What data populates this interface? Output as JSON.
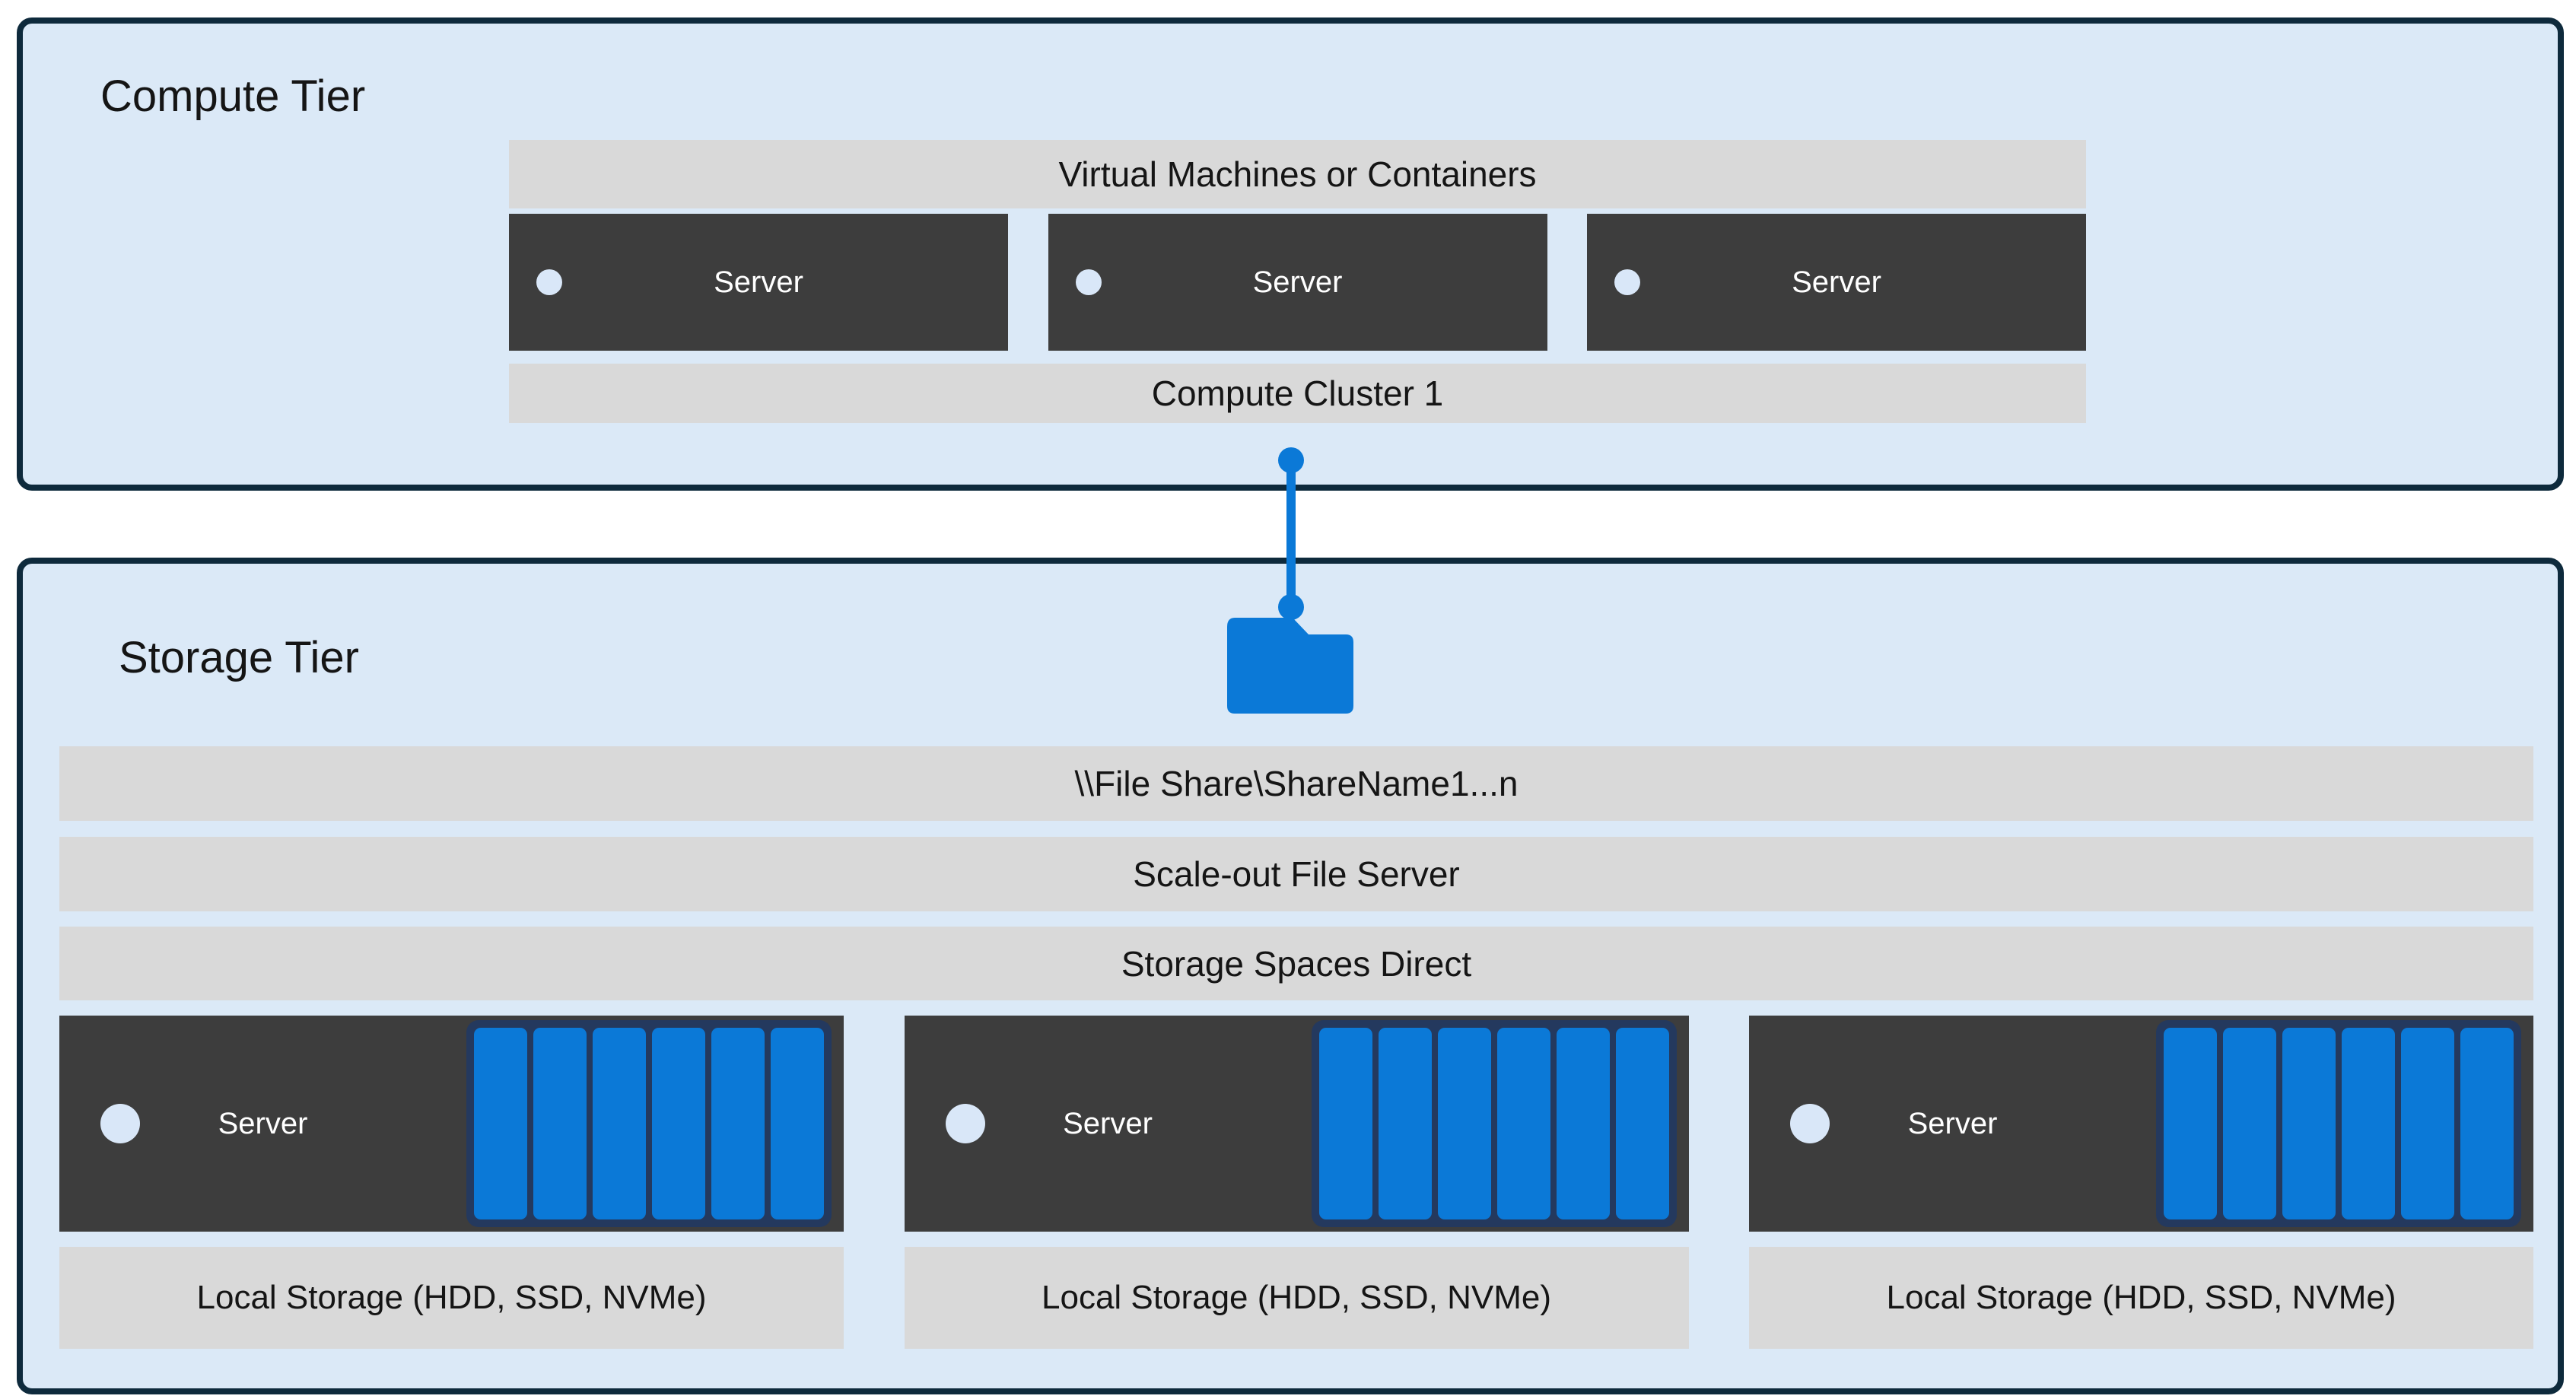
{
  "colors": {
    "tier_background": "#dbe9f7",
    "tier_border": "#0e2a3c",
    "bar_background": "#d9d9d9",
    "server_box_background": "#3d3d3d",
    "accent_blue": "#0b79d7",
    "disk_outline_navy": "#24395e",
    "led_circle": "#d9e7f8"
  },
  "compute_tier": {
    "title": "Compute Tier",
    "vm_bar_label": "Virtual Machines or Containers",
    "cluster_bar_label": "Compute Cluster 1",
    "servers": [
      {
        "label": "Server"
      },
      {
        "label": "Server"
      },
      {
        "label": "Server"
      }
    ]
  },
  "storage_tier": {
    "title": "Storage Tier",
    "file_share_bar_label": "\\\\File Share\\ShareName1...n",
    "scale_out_bar_label": "Scale-out File Server",
    "s2d_bar_label": "Storage Spaces Direct",
    "nodes": [
      {
        "server_label": "Server",
        "disk_count": 6,
        "local_storage_label": "Local Storage (HDD, SSD, NVMe)"
      },
      {
        "server_label": "Server",
        "disk_count": 6,
        "local_storage_label": "Local Storage (HDD, SSD, NVMe)"
      },
      {
        "server_label": "Server",
        "disk_count": 6,
        "local_storage_label": "Local Storage (HDD, SSD, NVMe)"
      }
    ]
  }
}
